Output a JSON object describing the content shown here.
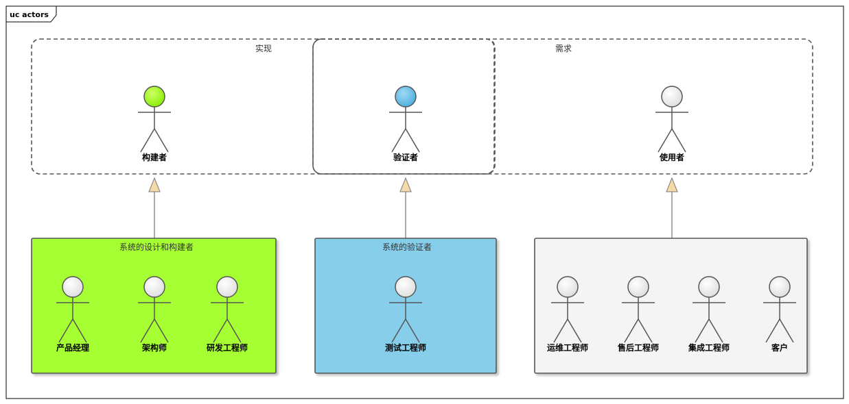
{
  "frame": {
    "title": "uc actors"
  },
  "boundaries": [
    {
      "id": "implementation",
      "title": "实现"
    },
    {
      "id": "verification",
      "title": ""
    },
    {
      "id": "requirement",
      "title": "需求"
    }
  ],
  "abstract_actors": [
    {
      "id": "builder",
      "label": "构建者",
      "color": "#99ff33"
    },
    {
      "id": "verifier",
      "label": "验证者",
      "color": "#6cc0e8"
    },
    {
      "id": "user",
      "label": "使用者",
      "color": "#f2f2f2"
    }
  ],
  "groups": [
    {
      "id": "design-build",
      "title": "系统的设计和构建者",
      "fill": "#a6ff33",
      "actors": [
        "产品经理",
        "架构师",
        "研发工程师"
      ]
    },
    {
      "id": "verify",
      "title": "系统的验证者",
      "fill": "#87ceeb",
      "actors": [
        "测试工程师"
      ]
    },
    {
      "id": "use",
      "title": "",
      "fill": "#f4f4f4",
      "actors": [
        "运维工程师",
        "售后工程师",
        "集成工程师",
        "客户"
      ]
    }
  ],
  "colors": {
    "frame_border": "#000000",
    "boundary_stroke": "#555555",
    "group_border": "#555555",
    "arrow_head_fill": "#f5d9a8",
    "actor_stroke": "#555555"
  }
}
